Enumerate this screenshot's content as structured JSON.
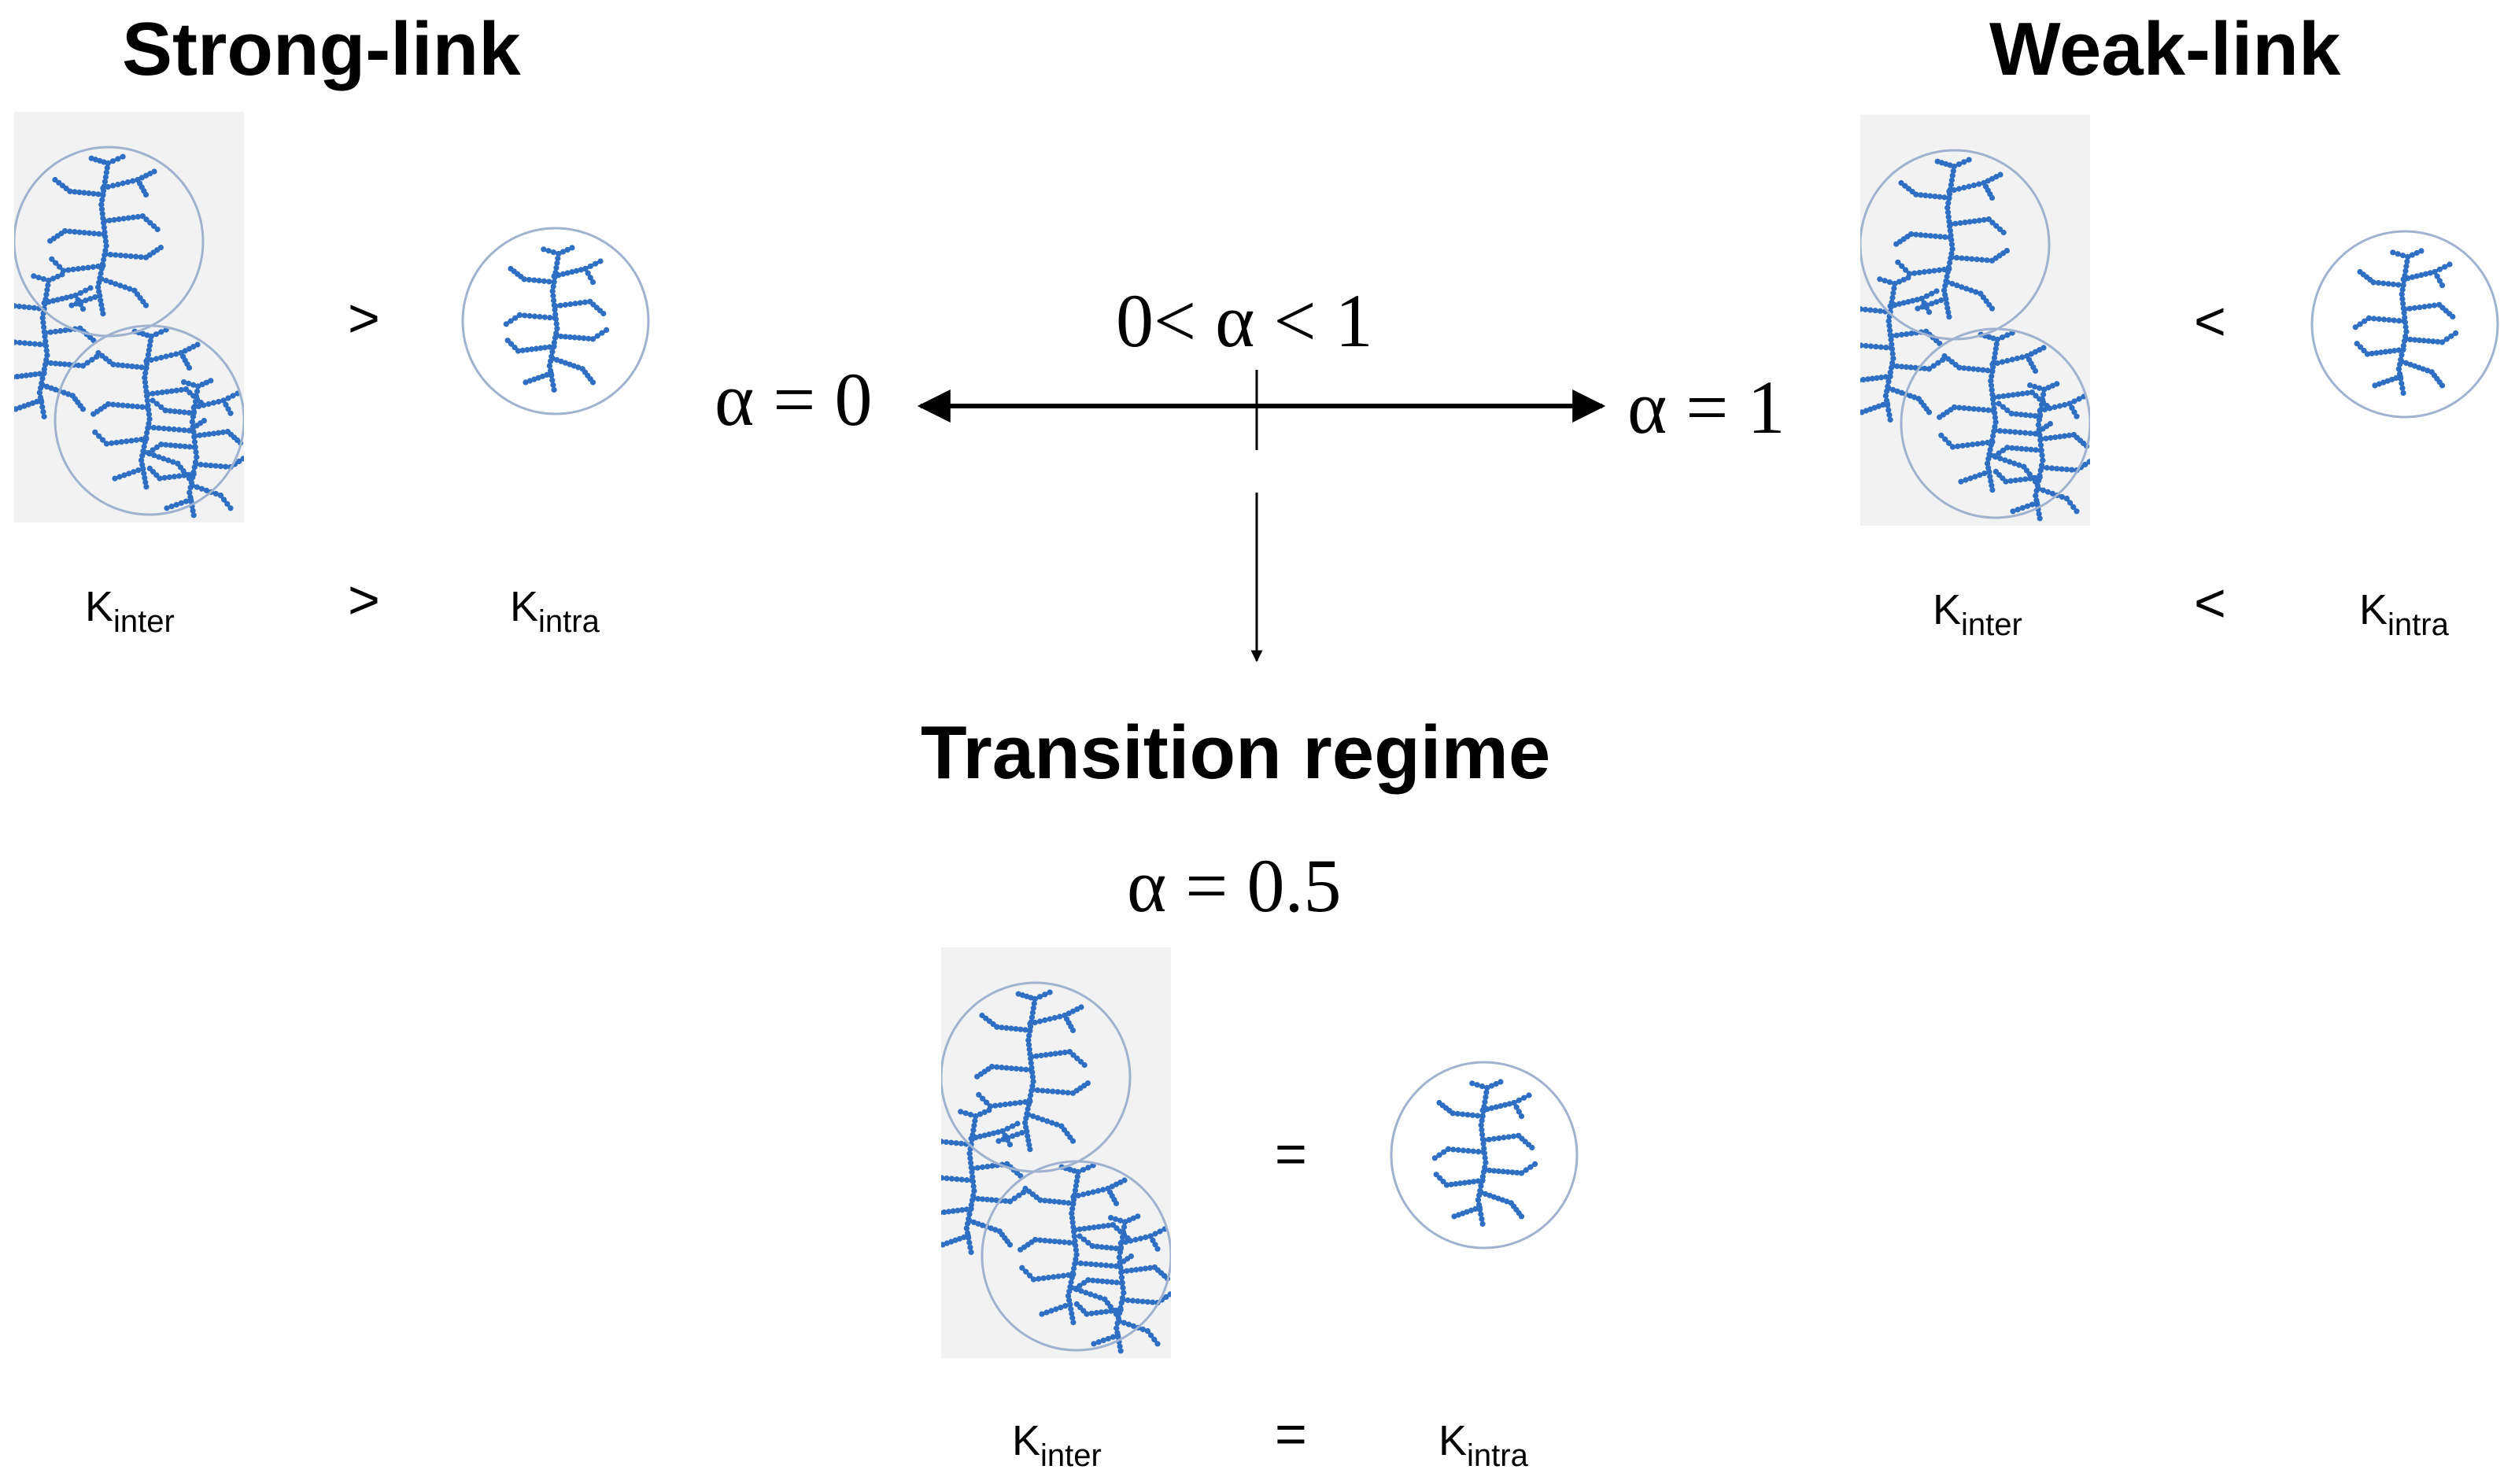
{
  "strong_link": {
    "title": "Strong-link",
    "compare_symbol": ">",
    "k_left": {
      "base": "K",
      "sub": "inter"
    },
    "k_symbol": ">",
    "k_right": {
      "base": "K",
      "sub": "intra"
    }
  },
  "weak_link": {
    "title": "Weak-link",
    "compare_symbol": "<",
    "k_left": {
      "base": "K",
      "sub": "inter"
    },
    "k_symbol": "<",
    "k_right": {
      "base": "K",
      "sub": "intra"
    }
  },
  "axis": {
    "left_label": "α = 0",
    "right_label": "α = 1",
    "middle_label": "0< α < 1"
  },
  "transition": {
    "title": "Transition regime",
    "alpha_label": "α = 0.5",
    "compare_symbol": "=",
    "k_left": {
      "base": "K",
      "sub": "inter"
    },
    "k_symbol": "=",
    "k_right": {
      "base": "K",
      "sub": "intra"
    }
  },
  "colors": {
    "polymer": "#2e6fc4",
    "circle": "#9fb3d0",
    "panel_bg": "#f2f2f2"
  }
}
